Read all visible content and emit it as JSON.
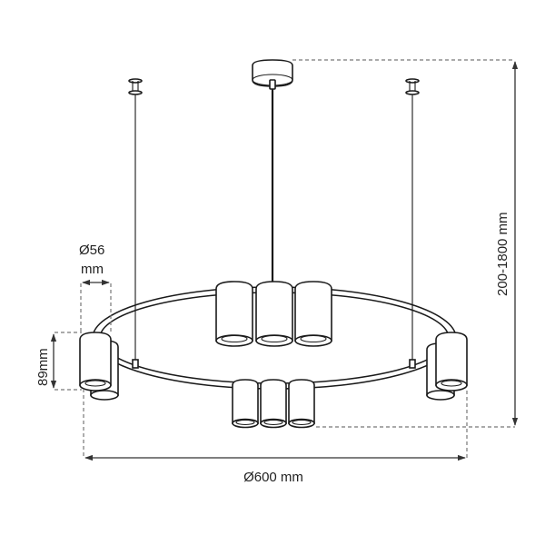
{
  "drawing": {
    "subject": "ring pendant lamp with spotlight cylinders",
    "colors": {
      "line": "#1a1a1a",
      "dimension": "#333333",
      "dashed_guide": "#777777",
      "background": "#ffffff"
    },
    "dimensions": {
      "shade_diameter": {
        "line1": "Ø56",
        "line2": "mm"
      },
      "shade_height": "89mm",
      "suspension_height": "200-1800 mm",
      "ring_diameter": "Ø600 mm"
    },
    "components": {
      "canopy": "ceiling canopy",
      "suspension_wires": 3,
      "spot_cylinders": 10
    }
  }
}
